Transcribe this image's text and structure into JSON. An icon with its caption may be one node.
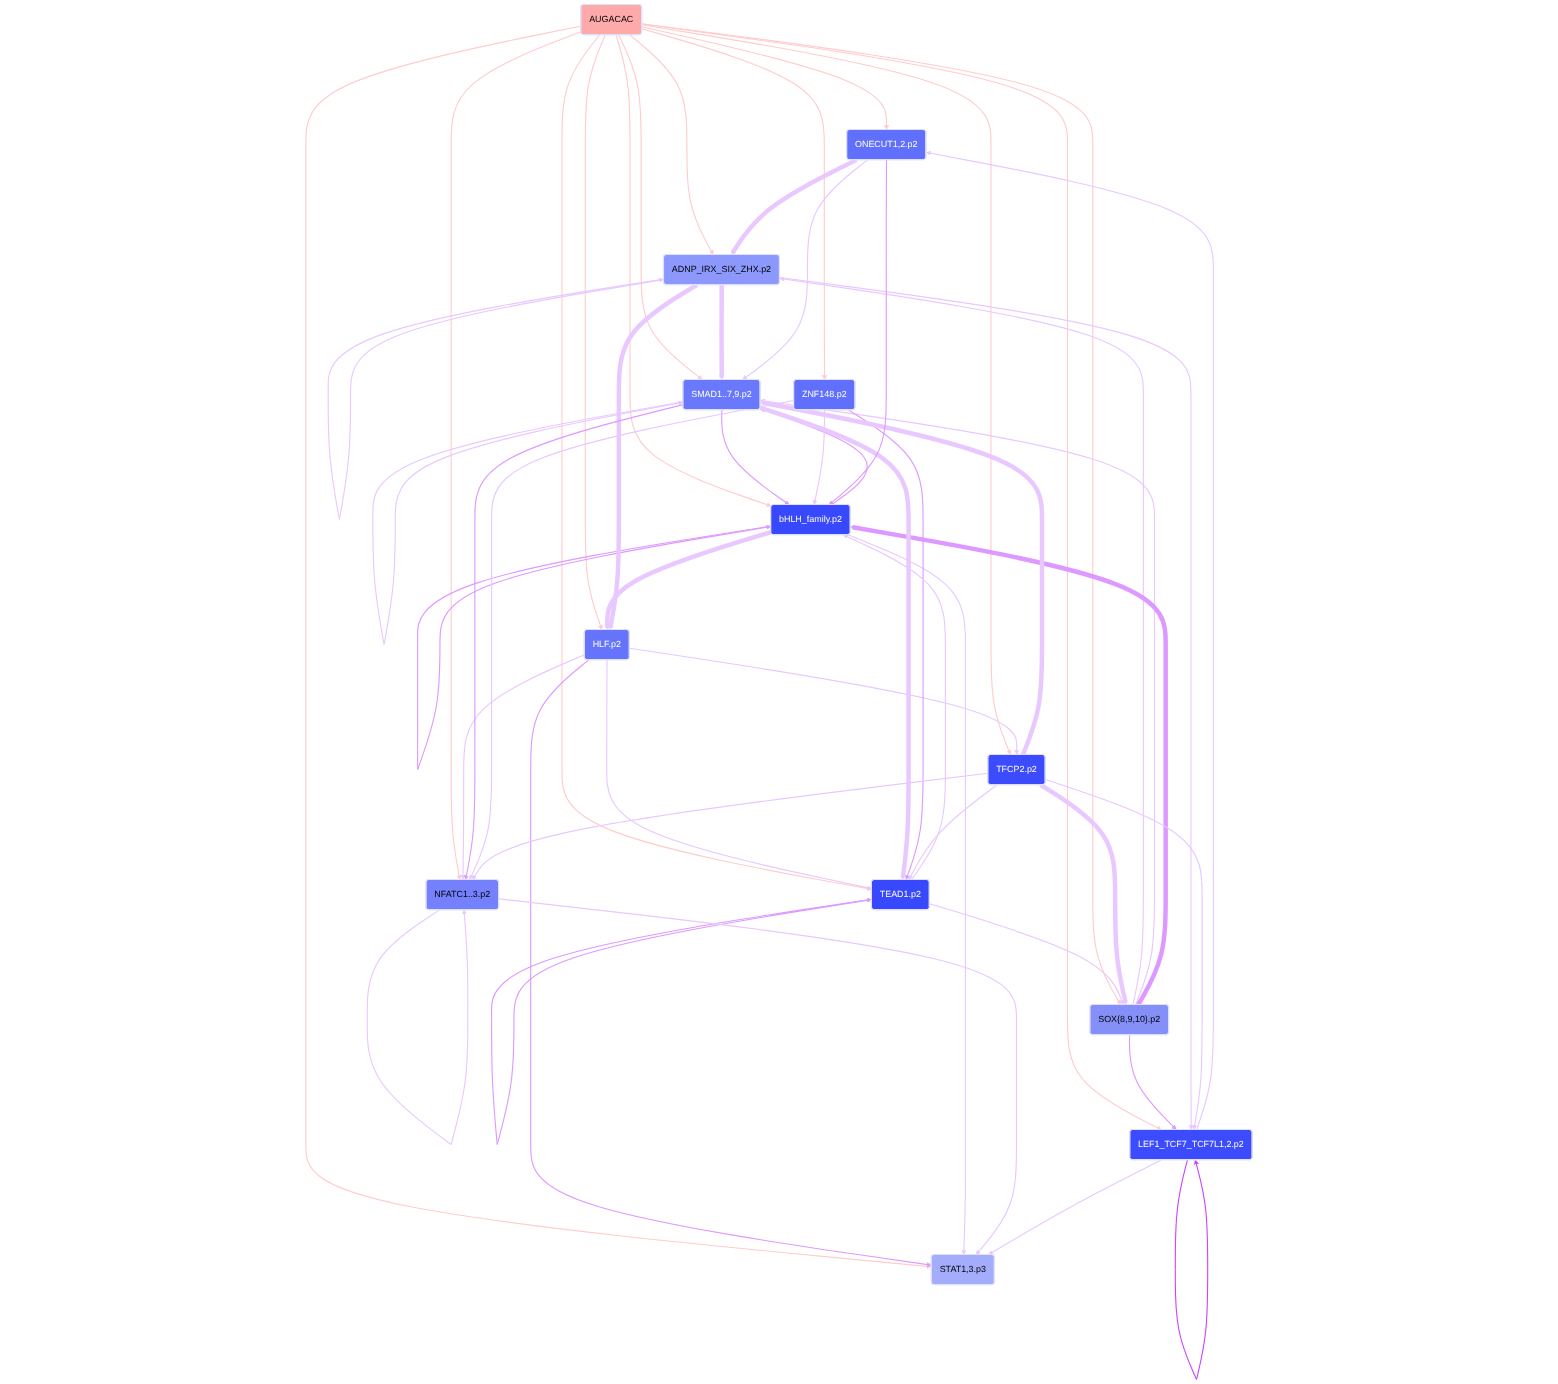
{
  "diagram": {
    "nodes": [
      {
        "text": [
          "SOX{8,9,10}.p2"
        ]
      },
      {
        "text": [
          "ADNP_IRX_SIX_ZHX.p2"
        ]
      },
      {
        "text": [
          "STAT1,3.p3"
        ]
      },
      {
        "text": [
          "SMAD1..7,9.p2"
        ]
      },
      {
        "text": [
          "HLF.p2"
        ]
      },
      {
        "text": [
          "bHLH_family.p2"
        ]
      },
      {
        "text": [
          "AUGACAC"
        ]
      },
      {
        "text": [
          "NFATC1..3.p2"
        ]
      },
      {
        "text": [
          "ZNF148.p2"
        ]
      },
      {
        "text": [
          "TEAD1.p2"
        ]
      },
      {
        "text": [
          "LEF1_TCF7_TCF7L1,2.p2"
        ]
      },
      {
        "text": [
          "TFCP2.p2"
        ]
      },
      {
        "text": [
          "ONECUT1,2.p2"
        ]
      }
    ],
    "edges": [
      {
        "from": 6,
        "to": 0,
        "arrow": "to",
        "color": "#ffcccc"
      },
      {
        "from": 6,
        "to": 1,
        "arrow": "to",
        "color": "#ffcccc"
      },
      {
        "from": 6,
        "to": 2,
        "arrow": "to",
        "color": "#ffcccc"
      },
      {
        "from": 6,
        "to": 3,
        "arrow": "to",
        "color": "#ffcccc"
      },
      {
        "from": 6,
        "to": 4,
        "arrow": "to",
        "color": "#ffcccc"
      },
      {
        "from": 6,
        "to": 5,
        "arrow": "to",
        "color": "#ffcccc"
      },
      {
        "from": 6,
        "to": 7,
        "arrow": "to",
        "color": "#ffcccc"
      },
      {
        "from": 6,
        "to": 8,
        "arrow": "to",
        "color": "#ffcccc"
      },
      {
        "from": 6,
        "to": 9,
        "arrow": "to",
        "color": "#ffcccc"
      },
      {
        "from": 6,
        "to": 10,
        "arrow": "to",
        "color": "#ffcccc"
      },
      {
        "from": 6,
        "to": 11,
        "arrow": "to",
        "color": "#ffcccc"
      },
      {
        "from": 6,
        "to": 12,
        "arrow": "to",
        "color": "#ffcccc"
      },
      {
        "from": 0,
        "to": 1,
        "arrow": "to"
      },
      {
        "from": 1,
        "to": 1,
        "arrow": "to"
      },
      {
        "from": 3,
        "to": 3,
        "arrow": "to"
      },
      {
        "from": 5,
        "to": 5,
        "arrow": "to",
        "color": "#dd99ff"
      },
      {
        "from": 7,
        "to": 7,
        "arrow": "to"
      },
      {
        "from": 9,
        "to": 9,
        "arrow": "to",
        "color": "#dd99ff"
      },
      {
        "from": 10,
        "to": 10,
        "arrow": "to",
        "color": "#cc44ff"
      },
      {
        "from": 4,
        "to": 2,
        "arrow": "to",
        "color": "#dd99ff"
      },
      {
        "from": 4,
        "to": 7,
        "arrow": "to"
      },
      {
        "from": 4,
        "to": 9,
        "arrow": "to"
      },
      {
        "from": 4,
        "to": 11,
        "arrow": "to"
      },
      {
        "from": 5,
        "to": 4,
        "arrow": "to",
        "style": "thick"
      },
      {
        "from": 5,
        "to": 2,
        "arrow": "to"
      },
      {
        "from": 5,
        "to": 3,
        "arrow": "to",
        "color": "#dd99ff"
      },
      {
        "from": 3,
        "to": 5,
        "arrow": "to",
        "color": "#dd99ff"
      },
      {
        "from": 1,
        "to": 3,
        "arrow": "to",
        "style": "thick"
      },
      {
        "from": 0,
        "to": 3,
        "arrow": "to"
      },
      {
        "from": 0,
        "to": 5,
        "arrow": "to",
        "style": "thick",
        "color": "#dd99ff"
      },
      {
        "from": 0,
        "to": 10,
        "arrow": "to",
        "color": "#dd99ff"
      },
      {
        "from": 1,
        "to": 4,
        "arrow": "to",
        "style": "thick"
      },
      {
        "from": 1,
        "to": 10,
        "arrow": "to"
      },
      {
        "from": 3,
        "to": 7,
        "arrow": "to",
        "color": "#dd99ff"
      },
      {
        "from": 3,
        "to": 9,
        "arrow": "to",
        "style": "thick"
      },
      {
        "from": 8,
        "to": 7,
        "arrow": "to"
      },
      {
        "from": 8,
        "to": 9,
        "arrow": "to",
        "color": "#dd99ff"
      },
      {
        "from": 8,
        "to": 5,
        "arrow": "to"
      },
      {
        "from": 7,
        "to": 2,
        "arrow": "to"
      },
      {
        "from": 9,
        "to": 0,
        "arrow": "to"
      },
      {
        "from": 9,
        "to": 5,
        "arrow": "to"
      },
      {
        "from": 10,
        "to": 2,
        "arrow": "to"
      },
      {
        "from": 10,
        "to": 12,
        "arrow": "to"
      },
      {
        "from": 11,
        "to": 0,
        "arrow": "to",
        "style": "thick"
      },
      {
        "from": 11,
        "to": 9,
        "arrow": "to"
      },
      {
        "from": 11,
        "to": 7,
        "arrow": "to"
      },
      {
        "from": 11,
        "to": 10,
        "arrow": "to"
      },
      {
        "from": 11,
        "to": 3,
        "arrow": "to",
        "style": "thick"
      },
      {
        "from": 12,
        "to": 1,
        "arrow": "to",
        "style": "thick"
      },
      {
        "from": 12,
        "to": 5,
        "arrow": "to",
        "color": "#dd99ff"
      },
      {
        "from": 12,
        "to": 3,
        "arrow": "to"
      }
    ]
  }
}
